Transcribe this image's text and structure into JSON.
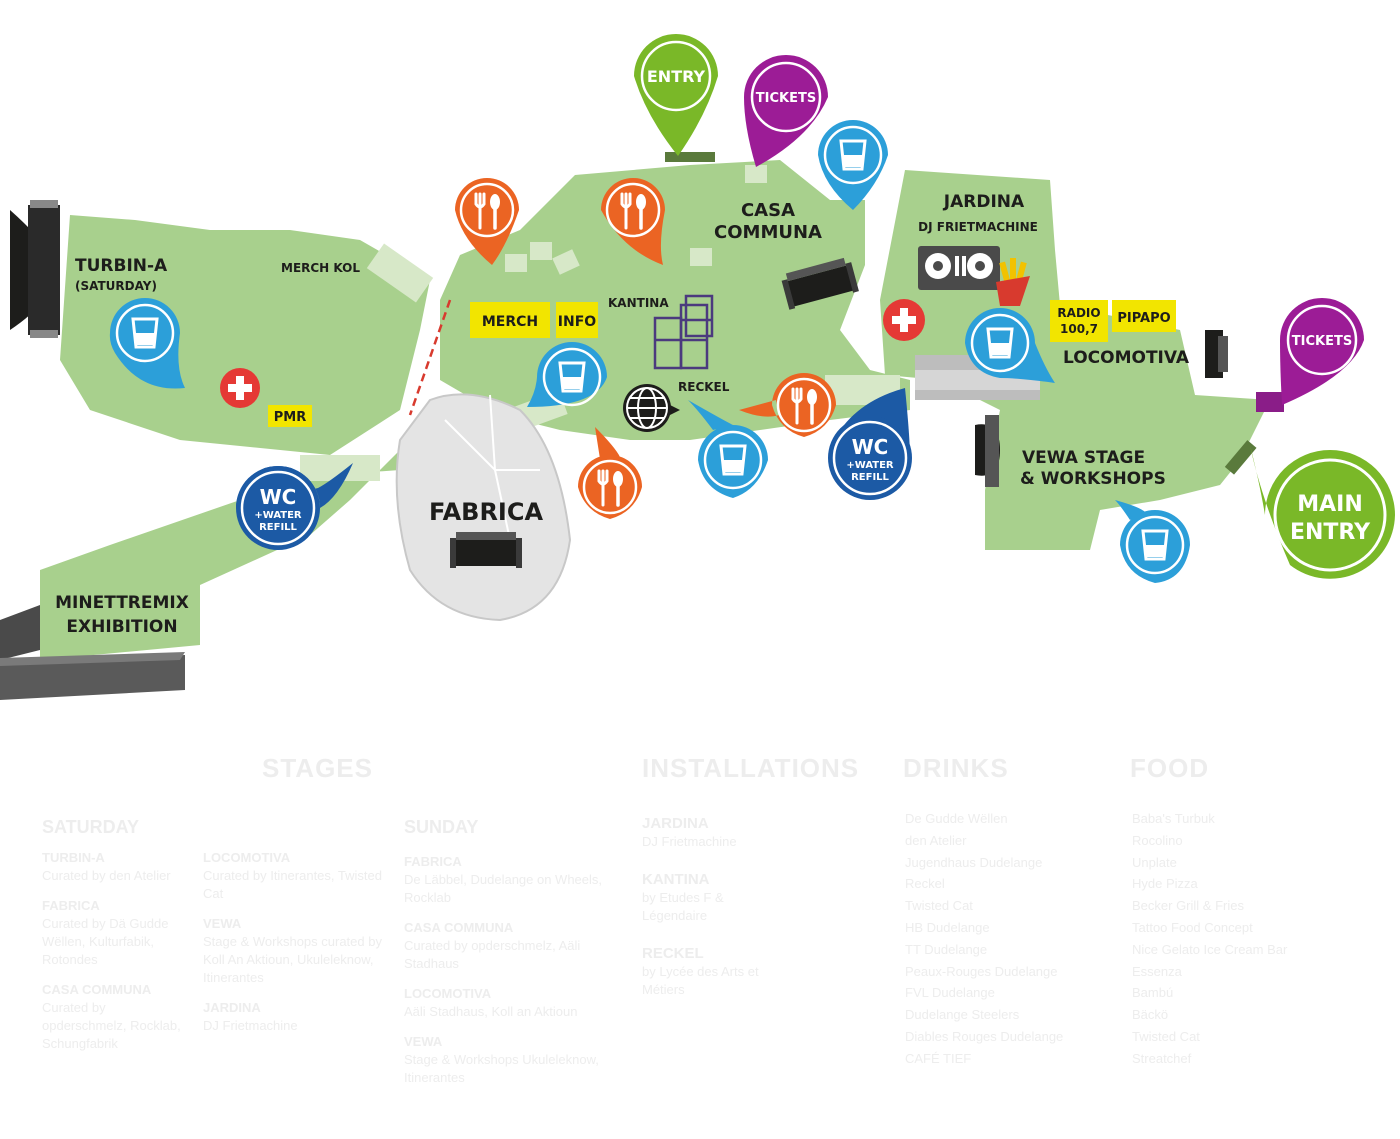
{
  "map": {
    "zones": {
      "turbina": "TURBIN-A",
      "turbina_sub": "(SATURDAY)",
      "merch_kol": "MERCH KOL",
      "pmr": "PMR",
      "minettremix_1": "MINETTREMIX",
      "minettremix_2": "EXHIBITION",
      "fabrica": "FABRICA",
      "merch": "MERCH",
      "info": "INFO",
      "kantina": "KANTINA",
      "reckel": "RECKEL",
      "casa_1": "CASA",
      "casa_2": "COMMUNA",
      "jardina": "JARDINA",
      "dj": "DJ FRIETMACHINE",
      "radio_1": "RADIO",
      "radio_2": "100,7",
      "pipapo": "PIPAPO",
      "locomotiva": "LOCOMOTIVA",
      "vewa_1": "VEWA STAGE",
      "vewa_2": "& WORKSHOPS"
    },
    "pins": {
      "entry": "ENTRY",
      "tickets": "TICKETS",
      "tickets_2": "TICKETS",
      "main_entry_1": "MAIN",
      "main_entry_2": "ENTRY",
      "wc": "WC",
      "wc_water": "+WATER",
      "wc_refill": "REFILL"
    },
    "colors": {
      "ground": "#a8d08d",
      "food": "#eb6423",
      "water": "#2c9fd9",
      "wc": "#1c5aa5",
      "entry": "#7ab828",
      "tickets": "#9c1c96",
      "first_aid": "#e53935",
      "tag": "#f2e500"
    }
  },
  "legend": {
    "stages_title": "STAGES",
    "installations_title": "INSTALLATIONS",
    "drinks_title": "DRINKS",
    "food_title": "FOOD",
    "saturday": "SATURDAY",
    "sunday": "SUNDAY",
    "sat_col1": [
      {
        "t": "TURBIN-A",
        "d": "Curated by den Atelier"
      },
      {
        "t": "FABRICA",
        "d": "Curated by Dä Gudde Wëllen, Kulturfabik, Rotondes"
      },
      {
        "t": "CASA COMMUNA",
        "d": "Curated by opderschmelz, Rocklab, Schungfabrik"
      }
    ],
    "sat_col2": [
      {
        "t": "LOCOMOTIVA",
        "d": "Curated by Itinerantes, Twisted Cat"
      },
      {
        "t": "VEWA",
        "d": "Stage & Workshops curated by Koll An Aktioun, Ukuleleknow, Itinerantes"
      },
      {
        "t": "JARDINA",
        "d": "DJ Frietmachine"
      }
    ],
    "sun_col": [
      {
        "t": "FABRICA",
        "d": "De Läbbel, Dudelange on Wheels, Rocklab"
      },
      {
        "t": "CASA COMMUNA",
        "d": "Curated by opderschmelz, Aäli Stadhaus"
      },
      {
        "t": "LOCOMOTIVA",
        "d": "Aäli Stadhaus, Koll an Aktioun"
      },
      {
        "t": "VEWA",
        "d": "Stage & Workshops Ukuleleknow, Itinerantes"
      }
    ],
    "installations": [
      {
        "t": "JARDINA",
        "d": "DJ Frietmachine"
      },
      {
        "t": "KANTINA",
        "d": "by Etudes F & Légendaire"
      },
      {
        "t": "RECKEL",
        "d": "by Lycée des Arts et Métiers"
      }
    ],
    "drinks": [
      "De Gudde Wëllen",
      "den Atelier",
      "Jugendhaus Dudelange",
      "Reckel",
      "Twisted Cat",
      "HB Dudelange",
      "TT Dudelange",
      "Peaux-Rouges Dudelange",
      "FVL Dudelange",
      "Dudelange Steelers",
      "Diables Rouges Dudelange",
      "CAFÉ TIEF"
    ],
    "food": [
      "Baba's Turbuk",
      "Rocolino",
      "Unplate",
      "Hyde Pizza",
      "Becker Grill & Fries",
      "Tattoo Food Concept",
      "Nice Gelato Ice Cream Bar",
      "Essenza",
      "Bambú",
      "Bäckö",
      "Twisted Cat",
      "Streatchef"
    ]
  }
}
